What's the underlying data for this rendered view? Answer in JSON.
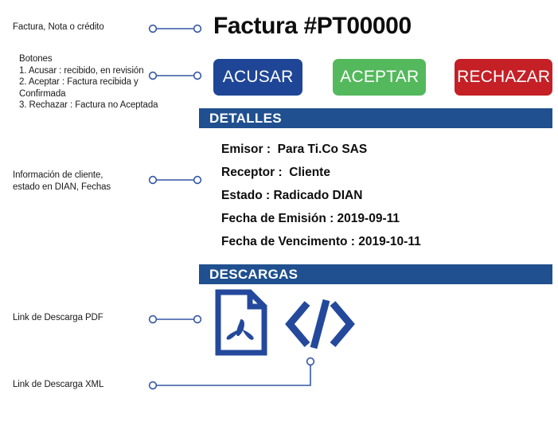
{
  "colors": {
    "brand_blue": "#1f4696",
    "bar_blue": "#20508f",
    "green": "#54b85c",
    "red": "#c42026",
    "connector": "#3557a3",
    "icon_blue": "#24499c",
    "background": "#ffffff"
  },
  "annotations": [
    {
      "id": "tipo-documento",
      "text": "Factura, Nota o crédito"
    },
    {
      "id": "botones",
      "text": "Botones\n1. Acusar : recibido, en revisión\n2. Aceptar : Factura recibida y\n                 Confirmada\n3.  Rechazar : Factura no Aceptada"
    },
    {
      "id": "informacion-cliente",
      "text": "Información de cliente,\nestado en DIAN, Fechas"
    },
    {
      "id": "link-pdf",
      "text": "Link de Descarga PDF"
    },
    {
      "id": "link-xml",
      "text": "Link de Descarga XML"
    }
  ],
  "header": {
    "title": "Factura #PT00000"
  },
  "actions": {
    "acusar_label": "ACUSAR",
    "aceptar_label": "ACEPTAR",
    "rechazar_label": "RECHAZAR"
  },
  "sections": {
    "detalles_label": "DETALLES",
    "descargas_label": "DESCARGAS"
  },
  "detalles": [
    {
      "label": "Emisor :",
      "value": "Para Ti.Co SAS",
      "text": "Emisor :  Para Ti.Co SAS"
    },
    {
      "label": "Receptor :",
      "value": "Cliente",
      "text": "Receptor :  Cliente"
    },
    {
      "label": "Estado :",
      "value": "Radicado DIAN",
      "text": "Estado : Radicado DIAN"
    },
    {
      "label": "Fecha de Emisión :",
      "value": "2019-09-11",
      "text": "Fecha de Emisión : 2019-09-11"
    },
    {
      "label": "Fecha de Vencimento :",
      "value": "2019-10-11",
      "text": "Fecha de Vencimento : 2019-10-11"
    }
  ],
  "descargas": [
    {
      "id": "pdf",
      "icon": "pdf-file-icon"
    },
    {
      "id": "xml",
      "icon": "code-xml-icon"
    }
  ]
}
